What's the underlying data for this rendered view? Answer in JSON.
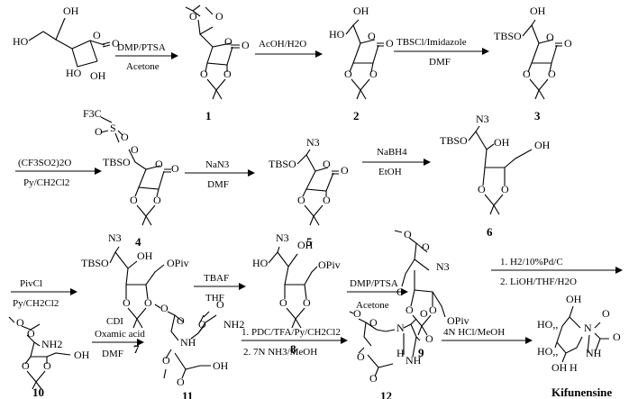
{
  "labels": {
    "oh": "OH",
    "ho": "HO",
    "o": "O",
    "n3": "N3",
    "nh2": "NH2",
    "nh": "NH",
    "n": "N",
    "tbso": "TBSO",
    "opiv": "OPiv",
    "cf3": "F3C",
    "s": "S",
    "h": "H",
    "ho_dot": "HO,,"
  },
  "steps": [
    {
      "id": "s1",
      "above": "DMP/PTSA",
      "below": "Acetone"
    },
    {
      "id": "s2",
      "above": "AcOH/H2O",
      "below": ""
    },
    {
      "id": "s3",
      "above": "TBSCl/Imidazole",
      "below": "DMF"
    },
    {
      "id": "s4",
      "above": "(CF3SO2)2O",
      "below": "Py/CH2Cl2"
    },
    {
      "id": "s5",
      "above": "NaN3",
      "below": "DMF"
    },
    {
      "id": "s6",
      "above": "NaBH4",
      "below": "EtOH"
    },
    {
      "id": "s7",
      "above": "PivCl",
      "below": "Py/CH2Cl2"
    },
    {
      "id": "s8",
      "above": "TBAF",
      "below": "THF"
    },
    {
      "id": "s9",
      "above": "DMP/PTSA",
      "below": "Acetone"
    },
    {
      "id": "s10",
      "above": "1. H2/10%Pd/C",
      "below": "2. LiOH/THF/H2O"
    },
    {
      "id": "s11",
      "above": "CDI",
      "mid": "Oxamic acid",
      "below": "DMF"
    },
    {
      "id": "s12",
      "above": "1. PDC/TFA/Py/CH2Cl2",
      "below": "2. 7N NH3/MeOH"
    },
    {
      "id": "s13",
      "above": "4N    HCl/MeOH",
      "below": ""
    }
  ],
  "compounds": [
    "1",
    "2",
    "3",
    "4",
    "5",
    "6",
    "7",
    "8",
    "9",
    "10",
    "11",
    "12",
    "Kifunensine"
  ]
}
